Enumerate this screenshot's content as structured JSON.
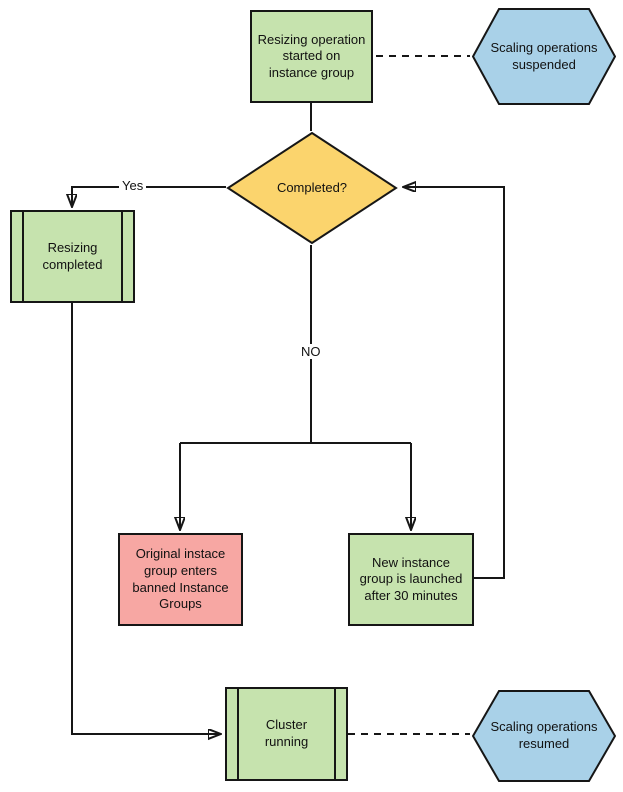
{
  "diagram": {
    "nodes": {
      "resize_started": {
        "label": "Resizing operation\nstarted on\ninstance group"
      },
      "scaling_suspended": {
        "label": "Scaling operations\nsuspended"
      },
      "completed": {
        "label": "Completed?"
      },
      "resizing_completed": {
        "label": "Resizing\ncompleted"
      },
      "banned_group": {
        "label": "Original instace\ngroup enters\nbanned Instance\nGroups"
      },
      "new_group": {
        "label": "New instance\ngroup is launched\nafter 30 minutes"
      },
      "cluster_running": {
        "label": "Cluster\nrunning"
      },
      "scaling_resumed": {
        "label": "Scaling operations\nresumed"
      }
    },
    "edge_labels": {
      "yes": "Yes",
      "no": "NO"
    },
    "edges": [
      {
        "from": "resize_started",
        "to": "completed",
        "style": "solid"
      },
      {
        "from": "resize_started",
        "to": "scaling_suspended",
        "style": "dashed"
      },
      {
        "from": "completed",
        "to": "resizing_completed",
        "label": "Yes",
        "style": "solid-arrow"
      },
      {
        "from": "completed",
        "to": "banned_group",
        "label": "NO",
        "style": "solid-arrow"
      },
      {
        "from": "completed",
        "to": "new_group",
        "label": "NO",
        "style": "solid-arrow"
      },
      {
        "from": "new_group",
        "to": "completed",
        "style": "solid-arrow"
      },
      {
        "from": "resizing_completed",
        "to": "cluster_running",
        "style": "solid-arrow"
      },
      {
        "from": "cluster_running",
        "to": "scaling_resumed",
        "style": "dashed"
      }
    ],
    "colors": {
      "process_green": "#c6e3ae",
      "decision_yellow": "#fbd46d",
      "terminator_blue": "#a9d1e8",
      "alert_pink": "#f7a7a3",
      "line_black": "#161616"
    }
  }
}
